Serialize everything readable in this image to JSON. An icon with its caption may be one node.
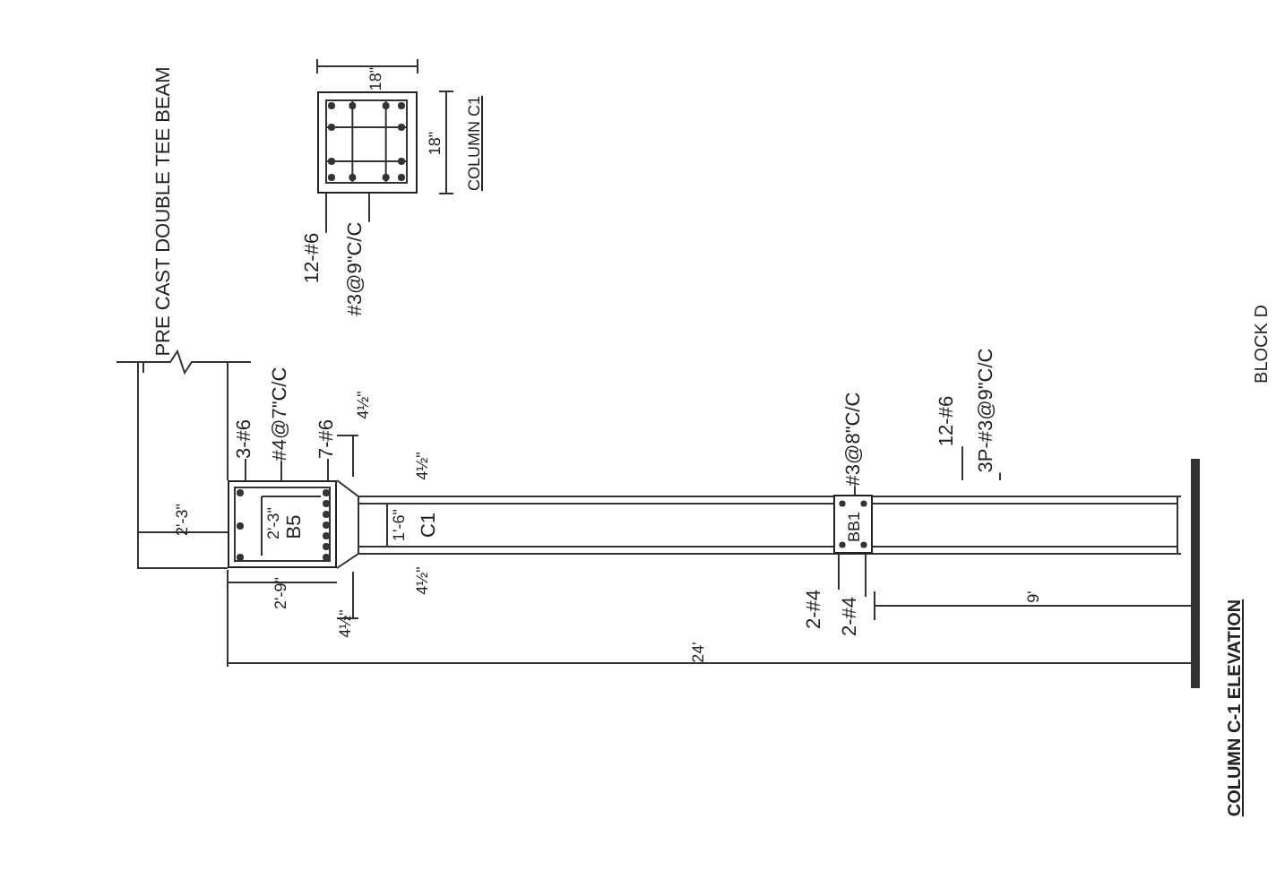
{
  "diagram": {
    "title": "COLUMN C-1 ELEVATION",
    "nodes": [
      {
        "text": [],
        "shape": "box",
        "beside": [
          "COLUMN C1"
        ]
      },
      {
        "text": [
          "12-#6"
        ]
      },
      {
        "text": [
          "#3@9\"C/C"
        ]
      },
      {
        "text": [
          "3-#6"
        ]
      },
      {
        "text": [
          "#4@7\"C/C"
        ]
      },
      {
        "text": [
          "7-#6"
        ]
      },
      {
        "text": [
          "B5"
        ]
      },
      {
        "text": [
          "C1"
        ]
      },
      {
        "text": [
          "#3@8\"C/C"
        ]
      },
      {
        "text": [
          "BB1"
        ],
        "in": 7
      },
      {
        "text": [
          "12-#6"
        ]
      },
      {
        "text": [
          "3P-#3@9\"C/C"
        ]
      },
      {
        "text": [
          "2-#4"
        ]
      },
      {
        "text": [
          "2-#4"
        ]
      }
    ],
    "edges": [
      {
        "from": 1,
        "to": 0,
        "arrow": "none"
      },
      {
        "from": 2,
        "to": 0,
        "arrow": "none"
      },
      {
        "from": 3,
        "to": 6,
        "arrow": "none"
      },
      {
        "from": 4,
        "to": 6,
        "arrow": "none"
      },
      {
        "from": 5,
        "to": 6,
        "arrow": "none"
      },
      {
        "from": 8,
        "to": 9,
        "arrow": "none"
      },
      {
        "from": 10,
        "to": 7,
        "arrow": "none"
      },
      {
        "from": 11,
        "to": 7,
        "arrow": "none"
      },
      {
        "from": 12,
        "to": 9,
        "arrow": "none"
      },
      {
        "from": 13,
        "to": 9,
        "arrow": "none"
      }
    ],
    "labels": [
      "18\"",
      "18\"",
      "PRE CAST DOUBLE TEE BEAM",
      "2'-3\"",
      "2'-3\"",
      "2'-9\"",
      "4½\"",
      "4½\"",
      "4½\"",
      "4½\"",
      "1'-6\"",
      "9'",
      "24'",
      "BLOCK D"
    ]
  }
}
